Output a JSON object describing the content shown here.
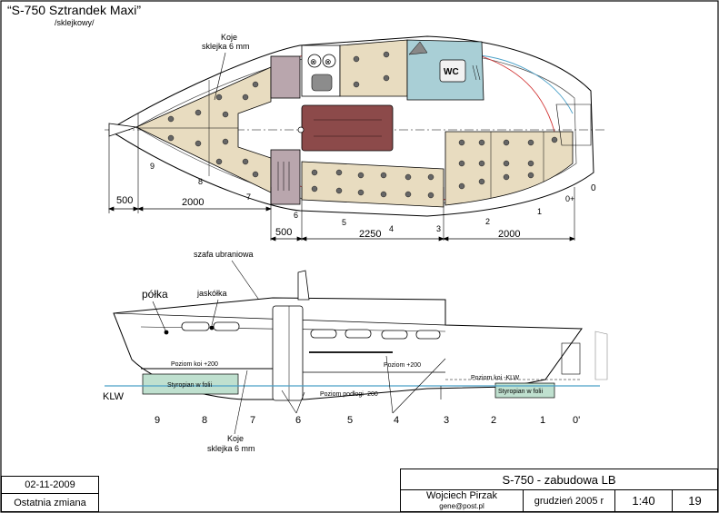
{
  "drawing": {
    "title": "“S-750 Sztrandek Maxi”",
    "subtitle": "/sklejkowy/"
  },
  "plan_labels": {
    "koje_top_1": "Koje",
    "koje_top_2": "sklejka 6 mm",
    "wc": "WC",
    "szafa": "szafa ubraniowa"
  },
  "stations_plan": [
    "9",
    "8",
    "7",
    "6",
    "5",
    "4",
    "3",
    "2",
    "1",
    "0+",
    "0"
  ],
  "dimensions": [
    "500",
    "2000",
    "500",
    "2250",
    "2000"
  ],
  "profile_labels": {
    "polka": "półka",
    "jaskolka": "jaskółka",
    "klw": "KLW",
    "poziom_koi_200": "Poziom koi +200",
    "poziom_200": "Poziom +200",
    "poziom_koi_klw": "Poziom koi -KLW",
    "poziom_podlogi": "Poziom podłogi  -200",
    "styropian_1": "Styropian w folii",
    "styropian_2": "Styropian w folii",
    "koje_bottom_1": "Koje",
    "koje_bottom_2": "sklejka 6 mm"
  },
  "stations_profile": [
    "9",
    "8",
    "7",
    "6",
    "5",
    "4",
    "3",
    "2",
    "1",
    "0'"
  ],
  "title_block": {
    "date": "02-11-2009",
    "last_change": "Ostatnia zmiana",
    "project": "S-750  - zabudowa LB",
    "author": "Wojciech Pirzak",
    "email": "gene@post.pl",
    "drawn_date": "grudzień  2005 r",
    "scale": "1:40",
    "sheet_no": "19"
  },
  "colors": {
    "bunk": "#e8dcc0",
    "table": "#8c4a4a",
    "wc": "#a9cfd6",
    "cabinet": "#b9a6ad",
    "foam": "#bfe0cf",
    "waterline": "#4aa0c8",
    "red_line": "#d03030"
  }
}
